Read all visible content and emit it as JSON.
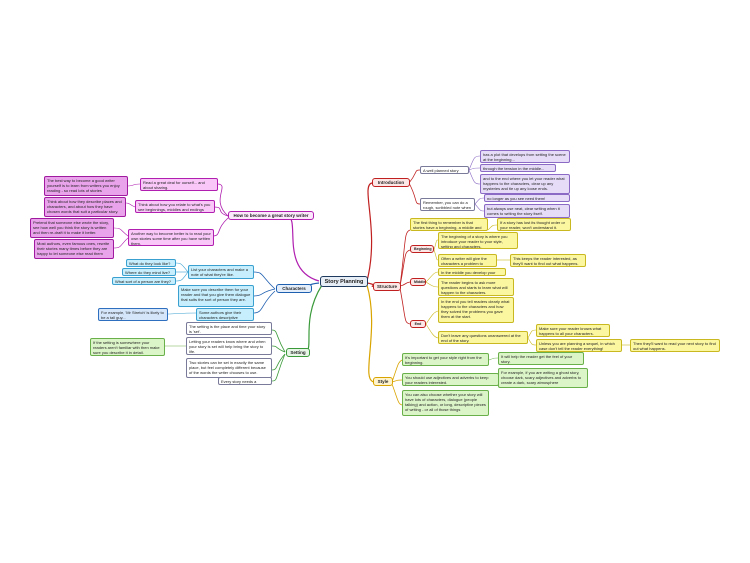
{
  "center": "Story Planning",
  "branches": {
    "how_to": "How to become a great story writer",
    "characters": "Characters",
    "setting": "Setting",
    "introduction": "Introduction",
    "structure": "Structure",
    "style": "Style"
  },
  "subbranches": {
    "beginning": "Beginning",
    "middle": "Middle",
    "end": "End"
  },
  "how_to_nodes": {
    "read_lot": "Read a great deal for ourself... and about sharing.",
    "think_read": "Think about how you relate to what's you see beginnings, middles and endings",
    "another_way": "Another way to become better is to read your own stories some time after you have written them.",
    "best_way": "The best way to become a good writer yourself is to learn from writers you enjoy reading - so read lots of stories",
    "think_describe": "Think about how they describe places and characters, and about how they have chosen words that suit a particular story.",
    "pretend": "Pretend that someone else wrote the story, see how well you think the story is written and then re-draft it to make it better.",
    "most_authors": "Most authors, even famous ones, rewrite their stories many times before they are happy to let someone else read them"
  },
  "characters_nodes": {
    "what_do": "What do they look like?",
    "where_live": "Where do they mind live?",
    "what_sort": "What sort of a person are they?",
    "list_chars": "List your characters and make a note of what they're like.",
    "make_sure": "Make sure you describe them for your reader and that you give them dialogue that suits the sort of person they are.",
    "some_authors": "Some authors give their characters descriptive names.",
    "for_example": "For example, 'Mr Stretch' is likely to be a tall guy..."
  },
  "setting_nodes": {
    "setting_is": "The setting is the place and time your story is 'set'.",
    "letting": "Letting your readers know where and when your story is set will help bring the story to life.",
    "if_setting": "If the setting is somewhere your readers aren't familiar with then make sure you describe it in detail.",
    "two_stories": "Two stories can be set in exactly the same place, but feel completely different because of the words the writer chooses to use.",
    "every_story": "Every story needs a setting."
  },
  "intro_nodes": {
    "well_planned": "A well planned story",
    "plot_develops": "has a plot that develops from setting the scene at the beginning...",
    "through_tension": "through the tension in the middle...",
    "end_where": "and to the end where you let your reader what happens to the characters, clear up any mysteries and tie up any loose ends.",
    "remember": "Remember, you can do a rough, scribbled note when planning",
    "no_longer": "no longer as you see need them!",
    "but_always": "but always use neat, clear writing when it comes to writing the story itself."
  },
  "structure_nodes": {
    "first_thing": "The first thing to remember is that stories have a beginning, a middle and an end.",
    "if_story": "If a story has lost its thought order or your reader, won't understand it.",
    "beginning_text": "The beginning of a story is where you introduce your reader to your style, setting and characters.",
    "often_writer": "Often a writer will give the characters a problem to solve.",
    "this_keeps": "This keeps the reader interested, as they'll want to find out what happens.",
    "middle_text": "In the middle you develop your story.",
    "reader_begins": "The reader begins to ask more questions and starts to learn what will happen to the characters.",
    "end_text": "In the end you tell readers clearly what happens to the characters and how they solved the problems you gave them at the start.",
    "dont_leave": "Don't leave any questions unanswered at the end of the story.",
    "make_sure_reader": "Make sure your reader knows what happens to all your characters.",
    "unless": "Unless you are planning a sequel, in which case don't tell the reader everything!",
    "then_they": "Then they'll want to read your next story to find out what happens."
  },
  "style_nodes": {
    "important": "It's important to get your style right from the beginning.",
    "it_will": "It will help the reader get the feel of your story.",
    "should_use": "You should use adjectives and adverbs to keep your readers interested.",
    "for_example": "For example, if you are writing a ghost story, choose dark, scary adjectives and adverbs to create a dark, scary atmosphere",
    "can_also": "You can also choose whether your story will have lots of characters, dialogue (people talking) and action, or long, descriptive pieces of writing - or all of those things"
  },
  "colors": {
    "center_border": "#1f3a5f",
    "pink_branch": "#b01fb0",
    "blue_branch": "#1f5fb0",
    "red_branch": "#c02020",
    "green_branch": "#3a9a3a",
    "orange_branch": "#d9a400"
  }
}
